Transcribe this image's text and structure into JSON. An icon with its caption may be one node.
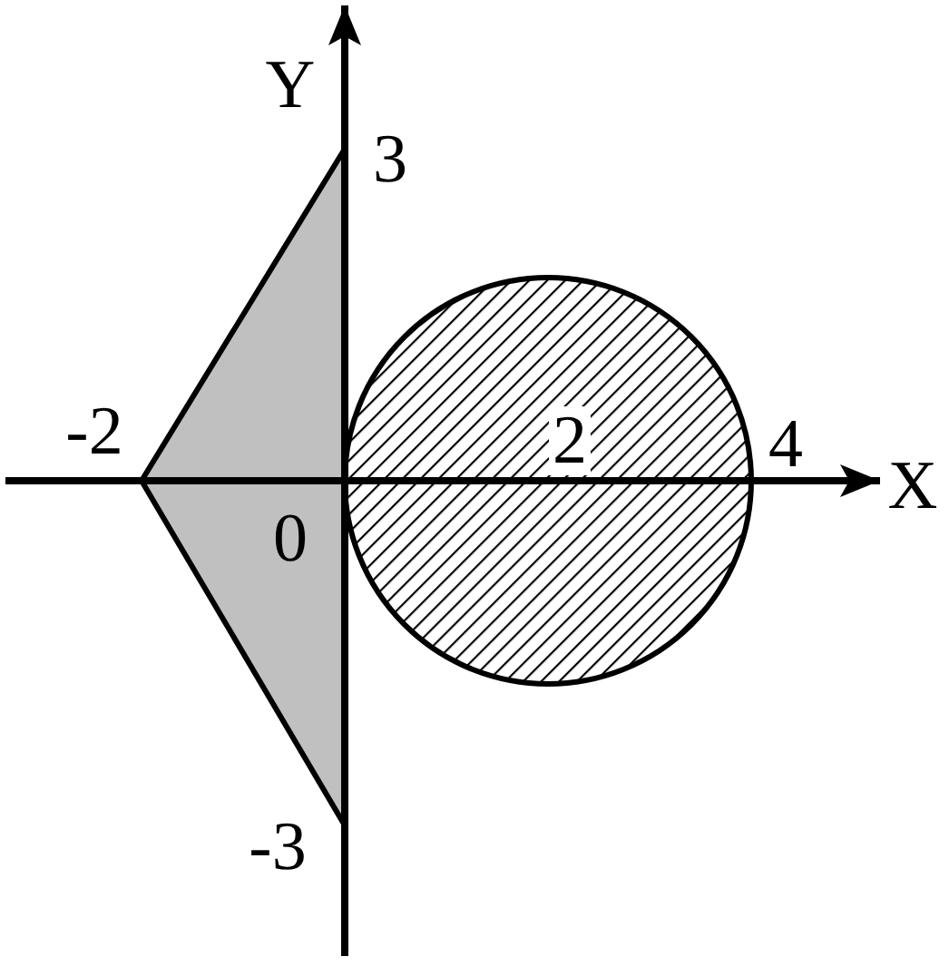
{
  "diagram": {
    "labels": [
      "Y",
      "3",
      "-2",
      "2",
      "4",
      "X",
      "0",
      "-3"
    ]
  }
}
